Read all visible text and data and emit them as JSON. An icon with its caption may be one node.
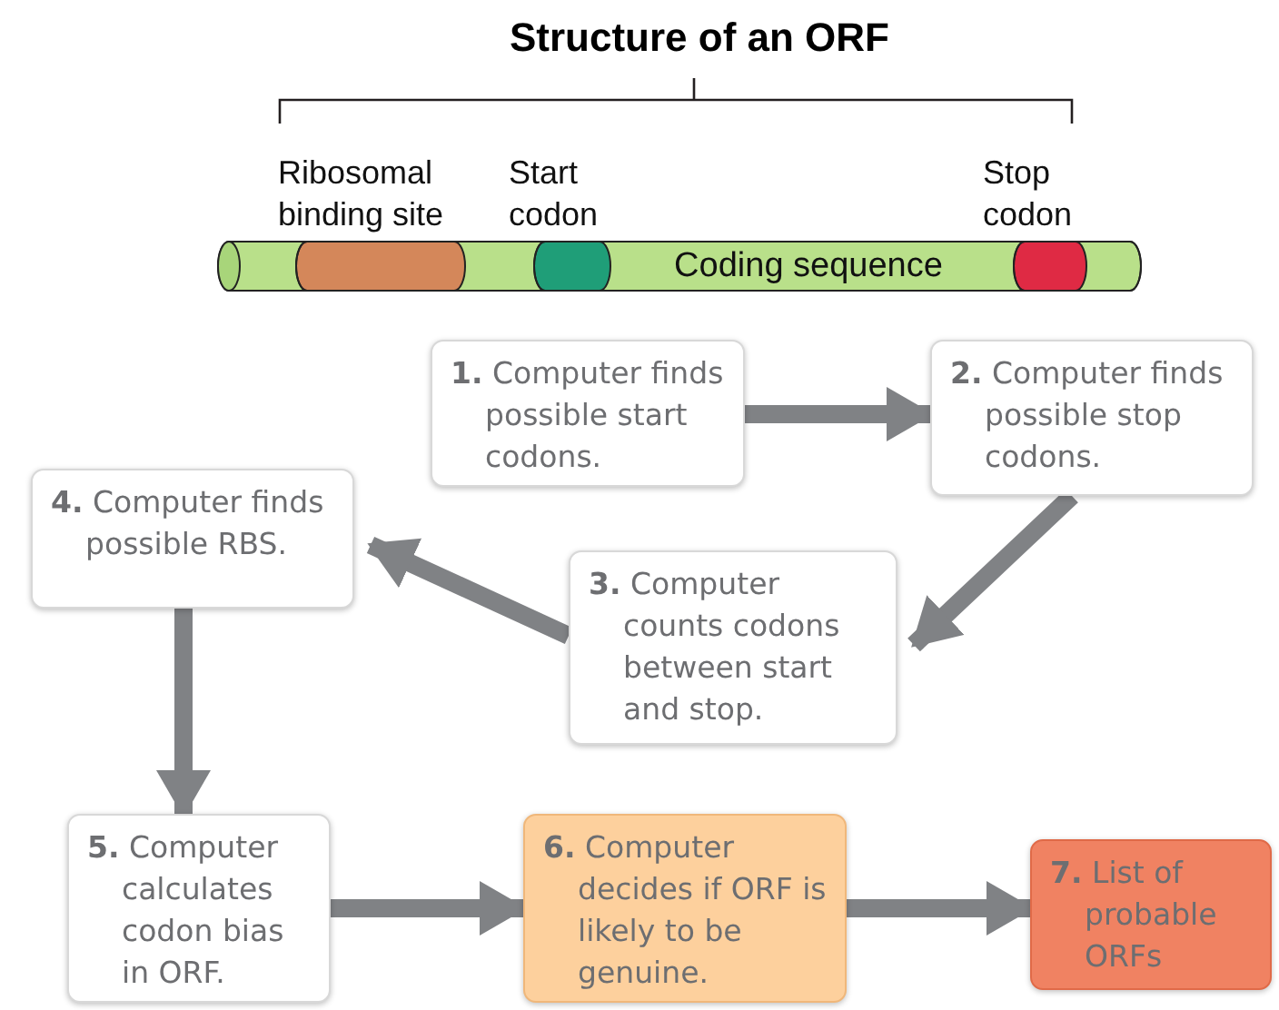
{
  "diagram": {
    "title": "Structure of an ORF",
    "nodes": [
      {
        "text": [
          "**1.** Computer finds possible start codons."
        ]
      },
      {
        "text": [
          "**2.** Computer finds possible stop codons."
        ]
      },
      {
        "text": [
          "**3.** Computer counts codons between start and stop."
        ]
      },
      {
        "text": [
          "**4.** Computer finds possible RBS."
        ]
      },
      {
        "text": [
          "**5.** Computer calculates codon bias in ORF."
        ]
      },
      {
        "text": [
          "**6.** Computer decides if ORF is likely to be genuine."
        ]
      },
      {
        "text": [
          "**7.** List of probable ORFs"
        ]
      }
    ],
    "edges": [
      {
        "from": 0,
        "to": 1,
        "arrow": "to"
      },
      {
        "from": 1,
        "to": 2,
        "arrow": "to"
      },
      {
        "from": 2,
        "to": 3,
        "arrow": "to"
      },
      {
        "from": 3,
        "to": 4,
        "arrow": "to"
      },
      {
        "from": 4,
        "to": 5,
        "arrow": "to"
      },
      {
        "from": 5,
        "to": 6,
        "arrow": "to"
      }
    ],
    "labels": [
      "Ribosomal binding site",
      "Start codon",
      "Stop codon",
      "Coding sequence"
    ]
  }
}
